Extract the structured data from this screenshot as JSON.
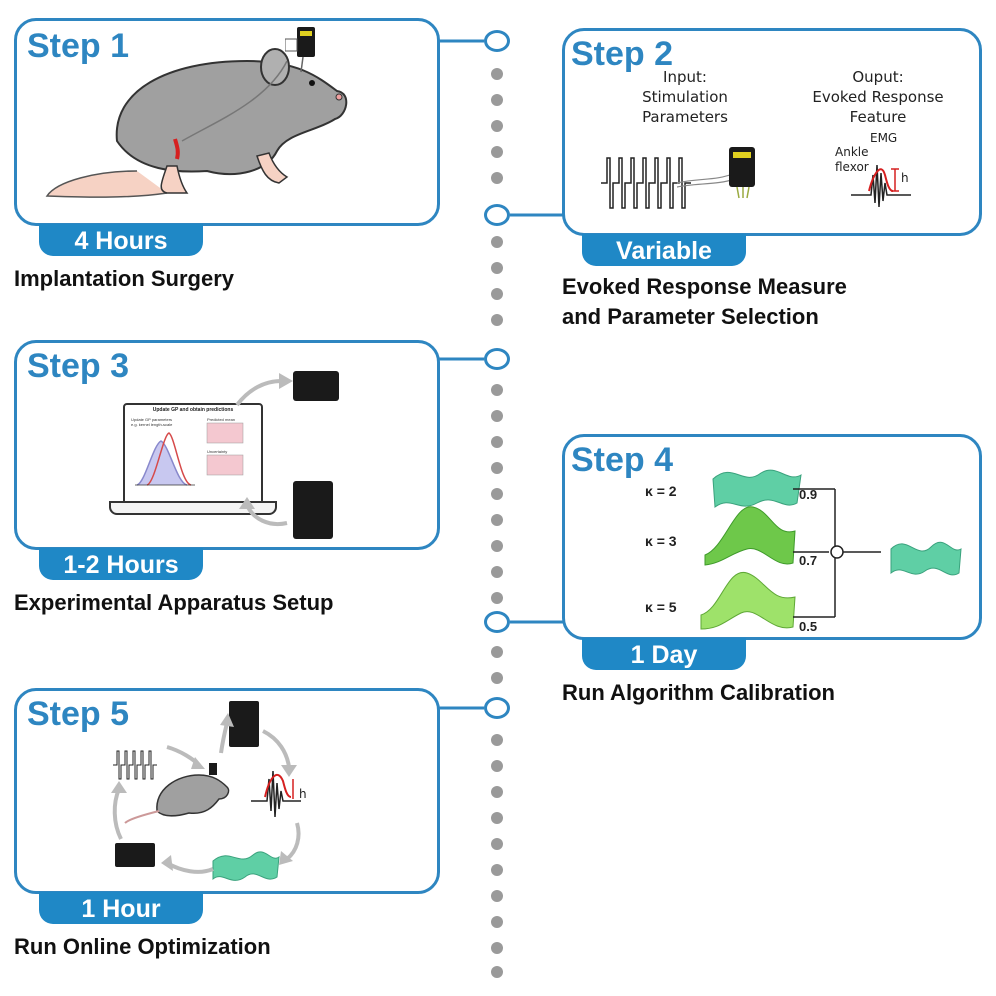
{
  "steps": [
    {
      "title": "Step 1",
      "duration": "4 Hours",
      "caption": "Implantation Surgery"
    },
    {
      "title": "Step 2",
      "duration": "Variable",
      "caption_lines": [
        "Evoked Response Measure",
        "and Parameter Selection"
      ],
      "input_label_lines": [
        "Input:",
        "Stimulation",
        "Parameters"
      ],
      "output_label_lines": [
        "Ouput:",
        "Evoked Response",
        "Feature"
      ],
      "emg_label": "EMG",
      "ankle_label_lines": [
        "Ankle",
        "flexor"
      ],
      "h_label": "h"
    },
    {
      "title": "Step 3",
      "duration": "1-2 Hours",
      "caption": "Experimental Apparatus Setup",
      "screen_heading": "Update GP and obtain predictions",
      "screen_left_lines": [
        "Update GP parameters",
        "e.g. kernel length-scale"
      ],
      "screen_right_labels": [
        "Predicted mean",
        "Uncertainty"
      ]
    },
    {
      "title": "Step 4",
      "duration": "1 Day",
      "caption": "Run Algorithm Calibration",
      "kappa_labels": [
        "κ = 2",
        "κ = 3",
        "κ = 5"
      ],
      "weights": [
        "0.9",
        "0.7",
        "0.5"
      ]
    },
    {
      "title": "Step 5",
      "duration": "1 Hour",
      "caption": "Run Online Optimization",
      "h_label": "h"
    }
  ],
  "colors": {
    "accent": "#2e86c1",
    "badge": "#1f88c6",
    "timeline_dot": "#9a9a9a",
    "surface_green": "#7fd05a",
    "surface_teal": "#5fcfa5",
    "emg_red": "#d62020"
  },
  "icons": [
    "rat-icon",
    "headstage-icon",
    "laptop-icon",
    "stimulator-box-icon",
    "amplifier-icon",
    "pulse-train-icon",
    "emg-trace-icon",
    "gp-surface-icon"
  ]
}
